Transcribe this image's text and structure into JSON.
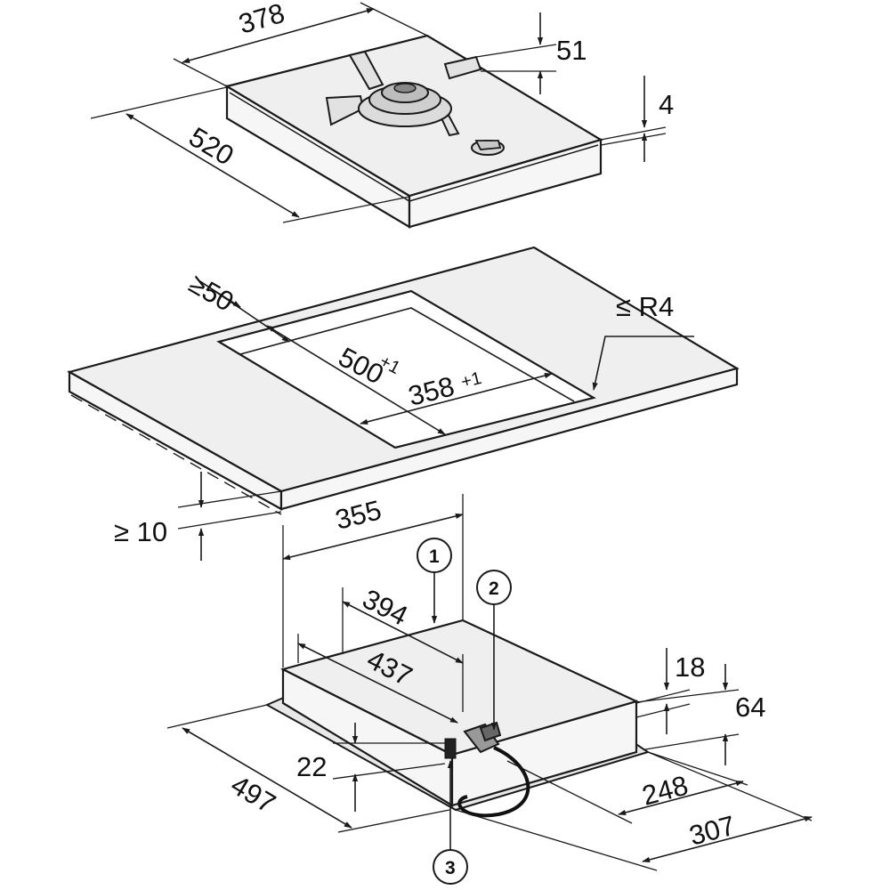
{
  "hob": {
    "width_label": "378",
    "depth_label": "520",
    "burner_height_label": "51",
    "glass_thickness_label": "4"
  },
  "worktop": {
    "edge_distance_label": "≥50",
    "corner_radius_label": "≤ R4",
    "cutout_depth_label": "500",
    "cutout_depth_tol": "+1",
    "cutout_width_label": "358",
    "cutout_width_tol": "+1",
    "min_gap_label": "≥ 10"
  },
  "underside": {
    "dim_355": "355",
    "dim_394": "394",
    "dim_437": "437",
    "dim_18": "18",
    "dim_64": "64",
    "dim_22": "22",
    "dim_497": "497",
    "dim_248": "248",
    "dim_307": "307",
    "callout_1": "1",
    "callout_2": "2",
    "callout_3": "3"
  }
}
